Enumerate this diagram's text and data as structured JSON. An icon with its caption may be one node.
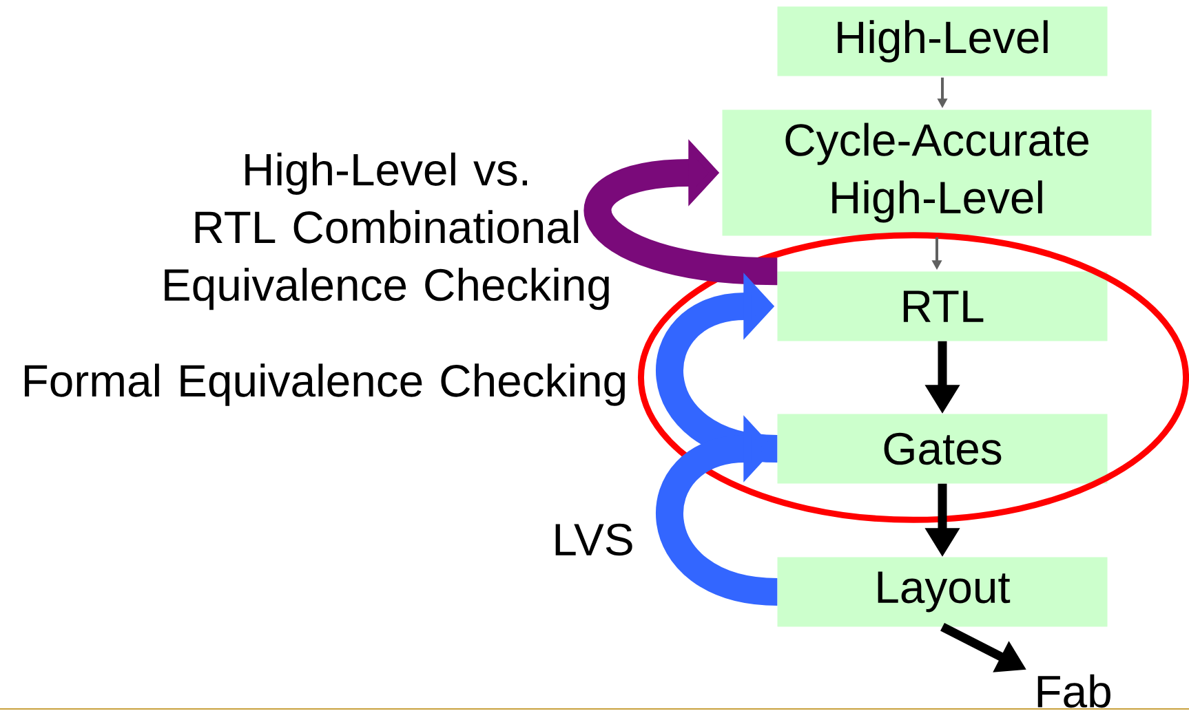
{
  "diagram": {
    "nodes": [
      {
        "text": [
          "High-Level"
        ]
      },
      {
        "text": [
          "Cycle-Accurate High-Level"
        ]
      },
      {
        "text": [
          "RTL"
        ],
        "in": 6
      },
      {
        "text": [
          "Gates"
        ],
        "in": 6
      },
      {
        "text": [
          "Layout"
        ]
      },
      {
        "text": [
          "Fab"
        ]
      },
      {
        "text": [],
        "shape": "ellipse"
      }
    ],
    "edges": [
      {
        "from": 0,
        "to": 1,
        "arrow": "to",
        "color": "#606060"
      },
      {
        "from": 1,
        "to": 2,
        "arrow": "to",
        "color": "#606060"
      },
      {
        "from": 2,
        "to": 3,
        "arrow": "to"
      },
      {
        "from": 3,
        "to": 4,
        "arrow": "to"
      },
      {
        "from": 4,
        "to": 5,
        "arrow": "to"
      },
      {
        "from": 2,
        "to": 1,
        "arrow": "to",
        "style": "thick",
        "color": "#7a0a7a",
        "label": "High-Level vs. RTL Combinational Equivalence Checking"
      },
      {
        "from": 3,
        "to": 2,
        "arrow": "to",
        "style": "thick",
        "color": "#3366ff",
        "label": "Formal Equivalence Checking"
      },
      {
        "from": 4,
        "to": 3,
        "arrow": "to",
        "style": "thick",
        "color": "#3366ff",
        "label": "LVS"
      }
    ]
  }
}
